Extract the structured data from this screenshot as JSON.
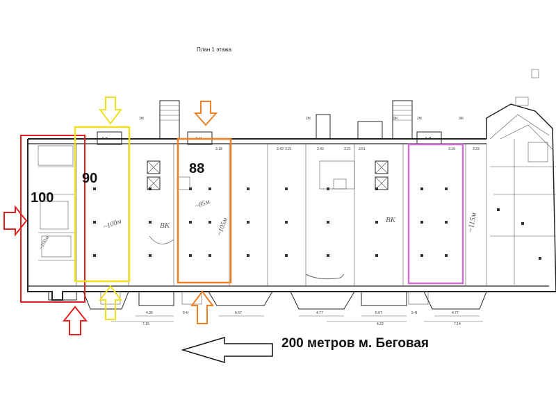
{
  "plan": {
    "title": "План 1 этажа"
  },
  "units": [
    {
      "number": "100",
      "area_note": "~100м",
      "outline_color": "#e02020"
    },
    {
      "number": "90",
      "area_note": "~100м",
      "outline_color": "#f0e020"
    },
    {
      "number": "88",
      "area_note": "~105м",
      "outline_color": "#f08020"
    },
    {
      "number": "",
      "area_note": "~115м",
      "outline_color": "#d070d0"
    }
  ],
  "handwritten": {
    "bk_left": "ВК",
    "bk_right": "ВК",
    "area_mid": "~85м"
  },
  "direction": {
    "label": "200 метров м. Беговая",
    "arrow": "left-arrow-icon"
  },
  "stairs": [
    "5-Н",
    "5-Н",
    "5-Н",
    "5-Н",
    "5-Н"
  ],
  "markings": {
    "top_labels": [
      "3/К",
      "2/К",
      "2/К",
      "2/К",
      "3/К"
    ],
    "dims_top": [
      "3.18",
      "3.43",
      "3.21",
      "3.43",
      "3.21",
      "2.51",
      "3.19",
      "3.23"
    ],
    "dims_bottom": [
      "4.36",
      "6.67",
      "4.77",
      "6.67",
      "4.77"
    ],
    "total_bottom": [
      "7.15",
      "4.22",
      "7.14"
    ]
  },
  "colors": {
    "red": "#e02020",
    "yellow": "#f0e020",
    "orange": "#f08020",
    "magenta": "#d070d0",
    "ink": "#222222"
  }
}
